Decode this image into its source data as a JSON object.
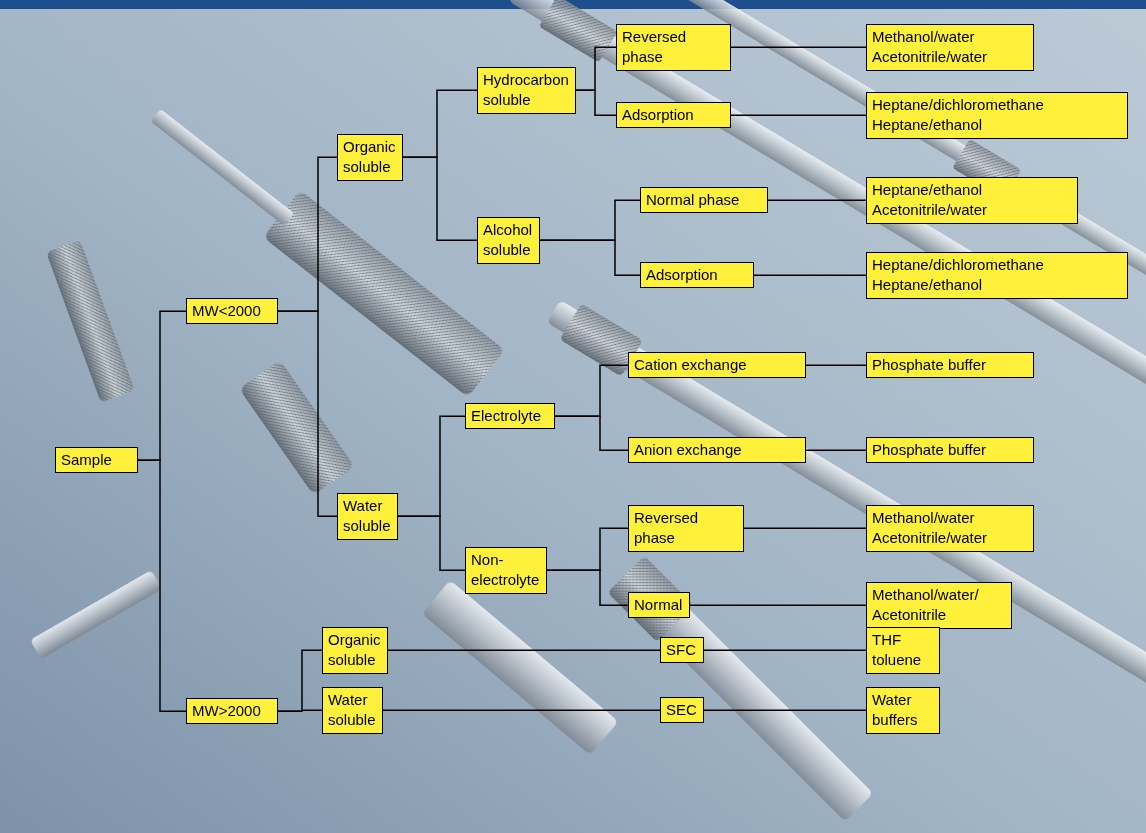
{
  "diagram": {
    "nodes": [
      {
        "text": [
          "Sample"
        ]
      },
      {
        "text": [
          "MW<2000"
        ]
      },
      {
        "text": [
          "Organic soluble"
        ]
      },
      {
        "text": [
          "Hydrocarbon soluble"
        ]
      },
      {
        "text": [
          "Reversed phase"
        ]
      },
      {
        "text": [
          "Methanol/water Acetonitrile/water"
        ]
      },
      {
        "text": [
          "Adsorption"
        ]
      },
      {
        "text": [
          "Heptane/dichloromethane Heptane/ethanol"
        ]
      },
      {
        "text": [
          "Alcohol soluble"
        ]
      },
      {
        "text": [
          "Normal phase"
        ]
      },
      {
        "text": [
          "Heptane/ethanol Acetonitrile/water"
        ]
      },
      {
        "text": [
          "Adsorption"
        ]
      },
      {
        "text": [
          "Heptane/dichloromethane Heptane/ethanol"
        ]
      },
      {
        "text": [
          "Water soluble"
        ]
      },
      {
        "text": [
          "Electrolyte"
        ]
      },
      {
        "text": [
          "Cation exchange"
        ]
      },
      {
        "text": [
          "Phosphate buffer"
        ]
      },
      {
        "text": [
          "Anion exchange"
        ]
      },
      {
        "text": [
          "Phosphate buffer"
        ]
      },
      {
        "text": [
          "Non-electrolyte"
        ]
      },
      {
        "text": [
          "Reversed phase"
        ]
      },
      {
        "text": [
          "Methanol/water Acetonitrile/water"
        ]
      },
      {
        "text": [
          "Normal"
        ]
      },
      {
        "text": [
          "Methanol/water/ Acetonitrile"
        ]
      },
      {
        "text": [
          "MW>2000"
        ]
      },
      {
        "text": [
          "Organic soluble"
        ]
      },
      {
        "text": [
          "SFC"
        ]
      },
      {
        "text": [
          "THF toluene"
        ]
      },
      {
        "text": [
          "Water soluble"
        ]
      },
      {
        "text": [
          "SEC"
        ]
      },
      {
        "text": [
          "Water buffers"
        ]
      }
    ],
    "edges": [
      {
        "from": 0,
        "to": 1,
        "arrow": "none"
      },
      {
        "from": 0,
        "to": 24,
        "arrow": "none"
      },
      {
        "from": 1,
        "to": 2,
        "arrow": "none"
      },
      {
        "from": 1,
        "to": 13,
        "arrow": "none"
      },
      {
        "from": 2,
        "to": 3,
        "arrow": "none"
      },
      {
        "from": 2,
        "to": 8,
        "arrow": "none"
      },
      {
        "from": 3,
        "to": 4,
        "arrow": "none"
      },
      {
        "from": 3,
        "to": 6,
        "arrow": "none"
      },
      {
        "from": 4,
        "to": 5,
        "arrow": "none"
      },
      {
        "from": 6,
        "to": 7,
        "arrow": "none"
      },
      {
        "from": 8,
        "to": 9,
        "arrow": "none"
      },
      {
        "from": 8,
        "to": 11,
        "arrow": "none"
      },
      {
        "from": 9,
        "to": 10,
        "arrow": "none"
      },
      {
        "from": 11,
        "to": 12,
        "arrow": "none"
      },
      {
        "from": 13,
        "to": 14,
        "arrow": "none"
      },
      {
        "from": 13,
        "to": 19,
        "arrow": "none"
      },
      {
        "from": 14,
        "to": 15,
        "arrow": "none"
      },
      {
        "from": 14,
        "to": 17,
        "arrow": "none"
      },
      {
        "from": 15,
        "to": 16,
        "arrow": "none"
      },
      {
        "from": 17,
        "to": 18,
        "arrow": "none"
      },
      {
        "from": 19,
        "to": 20,
        "arrow": "none"
      },
      {
        "from": 19,
        "to": 22,
        "arrow": "none"
      },
      {
        "from": 20,
        "to": 21,
        "arrow": "none"
      },
      {
        "from": 22,
        "to": 23,
        "arrow": "none"
      },
      {
        "from": 24,
        "to": 25,
        "arrow": "none"
      },
      {
        "from": 24,
        "to": 28,
        "arrow": "none"
      },
      {
        "from": 25,
        "to": 26,
        "arrow": "none"
      },
      {
        "from": 26,
        "to": 27,
        "arrow": "none"
      },
      {
        "from": 28,
        "to": 29,
        "arrow": "none"
      },
      {
        "from": 29,
        "to": 30,
        "arrow": "none"
      }
    ]
  }
}
